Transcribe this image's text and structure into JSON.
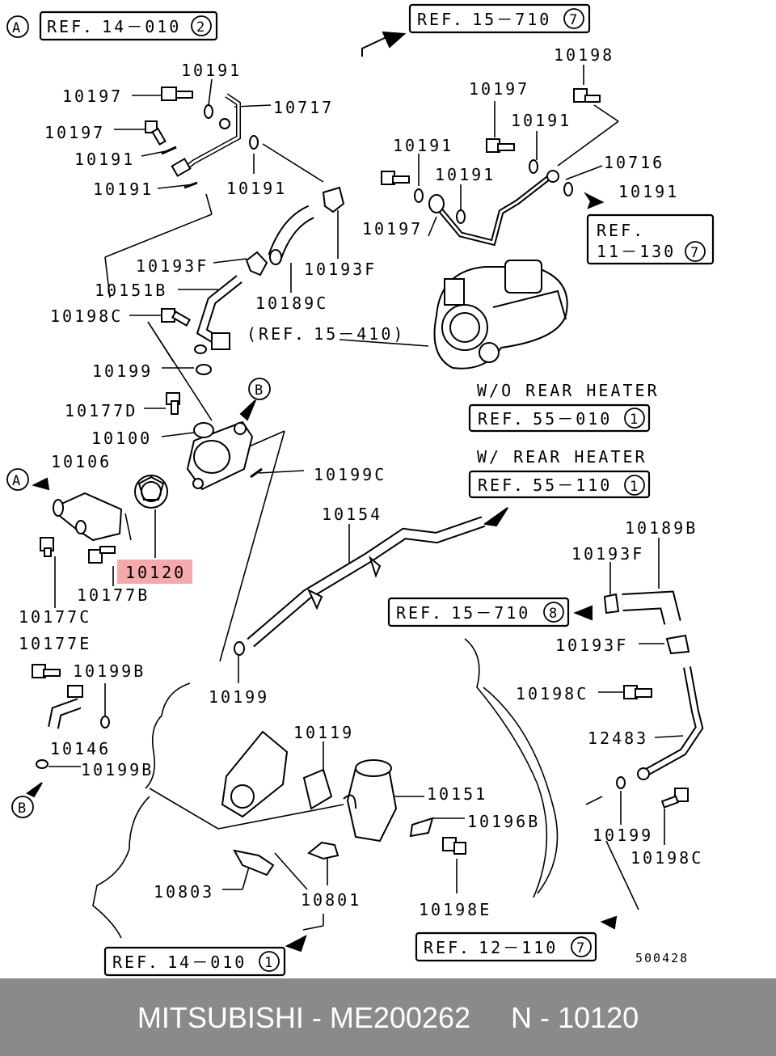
{
  "colors": {
    "highlight": "#f4a9ab",
    "footer_bg": "#8a8a8a",
    "line": "#000000"
  },
  "refs": {
    "ref_14_010_2": {
      "text": "REF．14－010",
      "num": "2"
    },
    "ref_15_710_7": {
      "text": "REF．15－710",
      "num": "7"
    },
    "ref_11_130_7": {
      "line1": "REF.",
      "line2": "11－130",
      "num": "7"
    },
    "ref_15_410": {
      "text": "(REF．15－410)"
    },
    "ref_55_010_1": {
      "text": "REF．55－010",
      "num": "1"
    },
    "ref_55_110_1": {
      "text": "REF．55－110",
      "num": "1"
    },
    "ref_15_710_8": {
      "text": "REF．15－710",
      "num": "8"
    },
    "ref_12_110_7": {
      "text": "REF．12－110",
      "num": "7"
    },
    "ref_14_010_1": {
      "text": "REF．14－010",
      "num": "1"
    }
  },
  "notes": {
    "wo_rear_heater": "W/O REAR HEATER",
    "w_rear_heater": "W/  REAR HEATER",
    "diagram_code": "500428"
  },
  "markers": {
    "a": "A",
    "b": "B"
  },
  "parts": {
    "p10191_a": "10191",
    "p10197_a": "10197",
    "p10717": "10717",
    "p10197_b": "10197",
    "p10191_b": "10191",
    "p10191_c": "10191",
    "p10191_d": "10191",
    "p10198": "10198",
    "p10197_c": "10197",
    "p10191_e": "10191",
    "p10191_f": "10191",
    "p10191_g": "10191",
    "p10716": "10716",
    "p10191_h": "10191",
    "p10197_d": "10197",
    "p10193F_a": "10193F",
    "p10193F_b": "10193F",
    "p10151B": "10151B",
    "p10189C": "10189C",
    "p10198C_a": "10198C",
    "p10199_a": "10199",
    "p10177D": "10177D",
    "p10100": "10100",
    "p10106": "10106",
    "p10199C": "10199C",
    "p10154": "10154",
    "p10189B": "10189B",
    "p10193F_c": "10193F",
    "p10120": "10120",
    "p10177B": "10177B",
    "p10177C": "10177C",
    "p10177E": "10177E",
    "p10199B_a": "10199B",
    "p10199_b": "10199",
    "p10193F_d": "10193F",
    "p10198C_b": "10198C",
    "p12483": "12483",
    "p10146": "10146",
    "p10199B_b": "10199B",
    "p10119": "10119",
    "p10151": "10151",
    "p10196B": "10196B",
    "p10199_c": "10199",
    "p10198C_c": "10198C",
    "p10803": "10803",
    "p10801": "10801",
    "p10198E": "10198E"
  },
  "footer": {
    "text": "MITSUBISHI - ME200262     N - 10120"
  }
}
